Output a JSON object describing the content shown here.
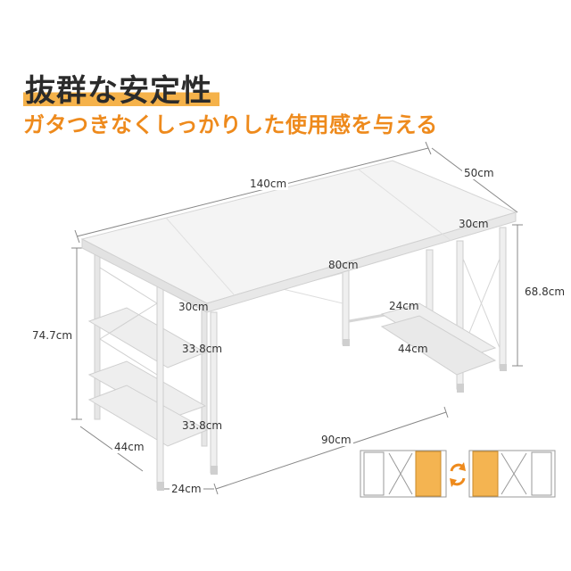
{
  "headline": "抜群な安定性",
  "subheadline": "ガタつきなくしっかりした使用感を与える",
  "dimensions": {
    "width": "140cm",
    "depth": "50cm",
    "shelf_depth_right": "30cm",
    "inner_width": "80cm",
    "shelf_depth_left": "30cm",
    "right_height": "68.8cm",
    "total_height": "74.7cm",
    "right_shelf_depth": "24cm",
    "shelf_gap_upper": "33.8cm",
    "right_shelf_width": "44cm",
    "shelf_gap_lower": "33.8cm",
    "leg_span": "90cm",
    "left_shelf_width": "44cm",
    "left_shelf_depth": "24cm"
  },
  "colors": {
    "accent_orange": "#ee8a1c",
    "highlight": "#f5b24a",
    "desk_white": "#f4f4f4",
    "frame_white": "#ebebeb"
  }
}
